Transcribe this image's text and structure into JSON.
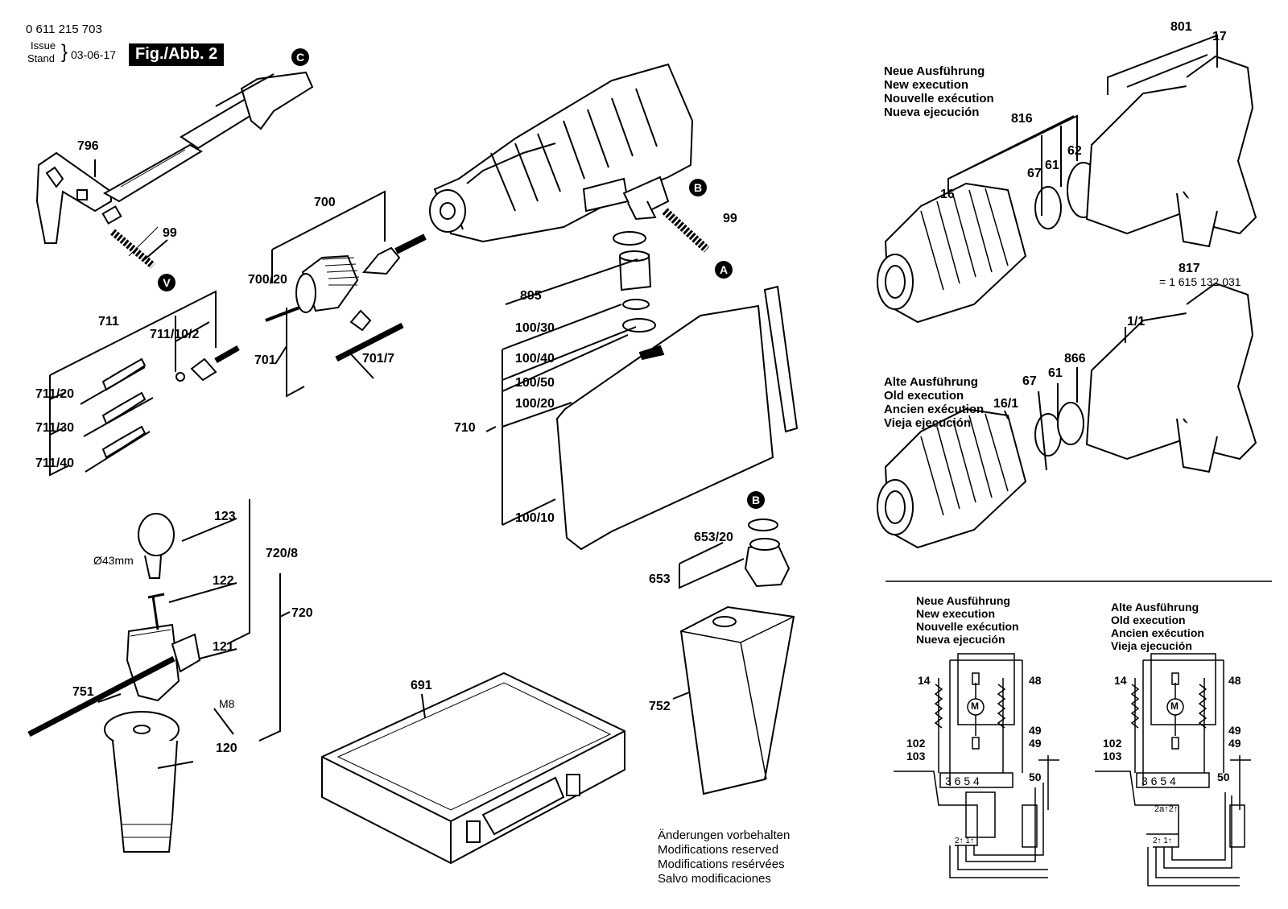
{
  "header": {
    "part_number": "0 611 215 703",
    "issue_label": "Issue",
    "stand_label": "Stand",
    "date": "03-06-17",
    "figure": "Fig./Abb. 2"
  },
  "parts": {
    "p796": "796",
    "p99a": "99",
    "p99b": "99",
    "p700": "700",
    "p700_20": "700/20",
    "p701": "701",
    "p701_7": "701/7",
    "p711": "711",
    "p711_10_2": "711/10/2",
    "p711_20": "711/20",
    "p711_30": "711/30",
    "p711_40": "711/40",
    "p895": "895",
    "p100_30": "100/30",
    "p100_40": "100/40",
    "p100_50": "100/50",
    "p100_20": "100/20",
    "p710": "710",
    "p100_10": "100/10",
    "p653_20": "653/20",
    "p653": "653",
    "p752": "752",
    "p691": "691",
    "p123": "123",
    "p122": "122",
    "p121": "121",
    "p720_8": "720/8",
    "p720": "720",
    "p751": "751",
    "p120": "120",
    "p801": "801",
    "p17": "17",
    "p816": "816",
    "p67a": "67",
    "p61a": "61",
    "p62": "62",
    "p16": "16",
    "p817": "817",
    "p1_1": "1/1",
    "p67b": "67",
    "p61b": "61",
    "p866": "866",
    "p16_1": "16/1"
  },
  "refs": {
    "d43": "Ø43mm",
    "m8": "M8",
    "part817": "= 1 615 132 031"
  },
  "markers": {
    "A": "A",
    "B": "B",
    "C": "C",
    "V": "V"
  },
  "new_exec": [
    "Neue Ausführung",
    "New execution",
    "Nouvelle exécution",
    "Nueva ejecución"
  ],
  "old_exec": [
    "Alte Ausführung",
    "Old execution",
    "Ancien exécution",
    "Vieja ejecución"
  ],
  "notes": [
    "Änderungen vorbehalten",
    "Modifications reserved",
    "Modifications resérvées",
    "Salvo modificaciones"
  ],
  "wiring_new": {
    "title": [
      "Neue Ausführung",
      "New execution",
      "Nouvelle exécution",
      "Nueva ejecución"
    ],
    "labels": {
      "l14": "14",
      "l48": "48",
      "l49a": "49",
      "l102": "102",
      "l49b": "49",
      "l103": "103",
      "l50": "50",
      "motor": "M",
      "terms": "3 6 5 4",
      "s21": "2↑ 1↑"
    }
  },
  "wiring_old": {
    "title": [
      "Alte Ausführung",
      "Old execution",
      "Ancien exécution",
      "Vieja ejecución"
    ],
    "labels": {
      "l14": "14",
      "l48": "48",
      "l49a": "49",
      "l102": "102",
      "l49b": "49",
      "l103": "103",
      "l50": "50",
      "motor": "M",
      "terms": "3 6 5 4",
      "s2a": "2a↑2↑",
      "s21": "2↑ 1↑"
    }
  }
}
